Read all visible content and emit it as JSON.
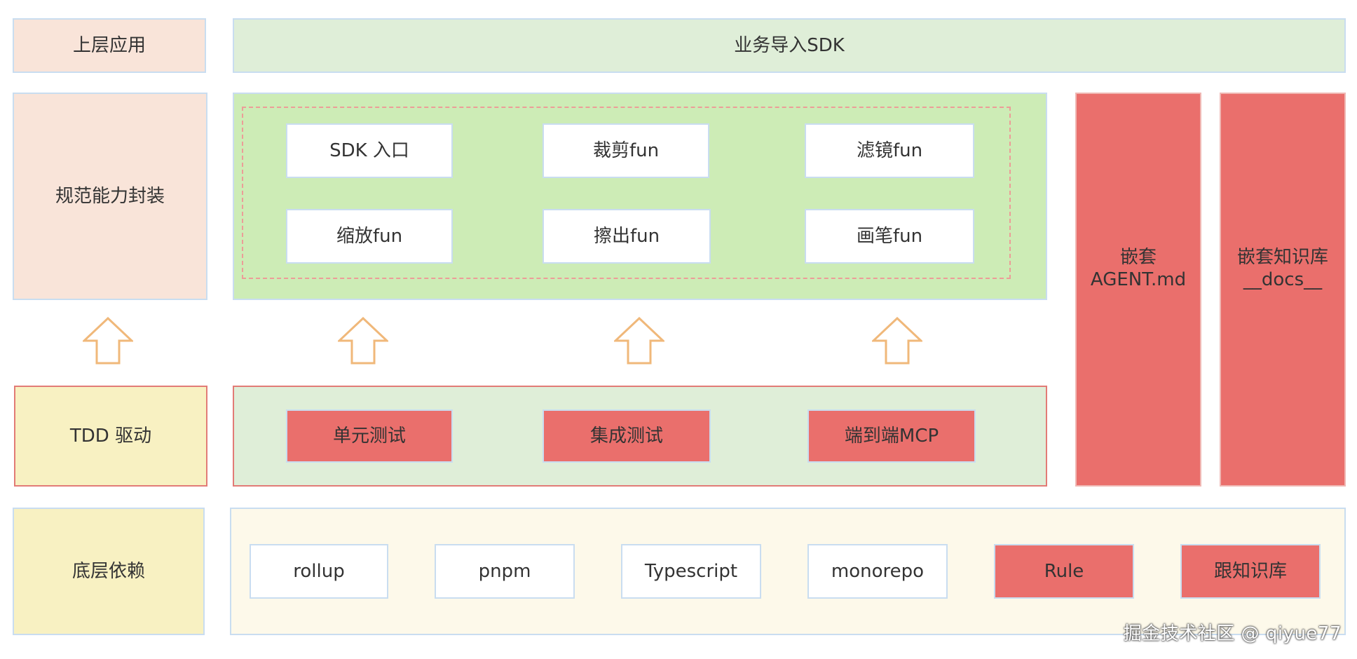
{
  "layers": {
    "top_app": "上层应用",
    "spec_wrap": "规范能力封装",
    "tdd": "TDD 驱动",
    "base_deps": "底层依赖"
  },
  "top_bar": "业务导入SDK",
  "functions": [
    "SDK 入口",
    "裁剪fun",
    "滤镜fun",
    "缩放fun",
    "擦出fun",
    "画笔fun"
  ],
  "tests": [
    "单元测试",
    "集成测试",
    "端到端MCP"
  ],
  "side_columns": [
    "嵌套\nAGENT.md",
    "嵌套知识库\n__docs__"
  ],
  "deps": [
    "rollup",
    "pnpm",
    "Typescript",
    "monorepo",
    "Rule",
    "跟知识库"
  ],
  "watermark": "掘金技术社区 @ qiyue77",
  "colors": {
    "peach": "#f9e4d9",
    "cream": "#f8f1c2",
    "green": "#cdecb6",
    "light_green": "#dfeed8",
    "red": "#ea6f6c",
    "arrow_stroke": "#f0b87a",
    "border_blue": "#c9ddf0"
  }
}
